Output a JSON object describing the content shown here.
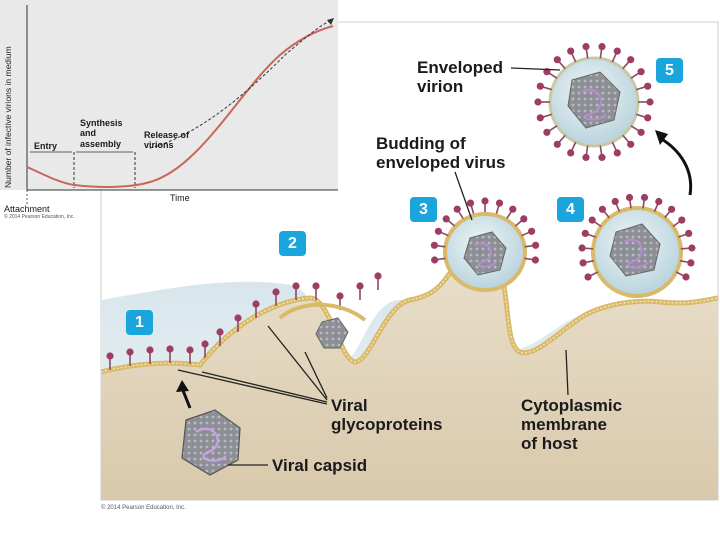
{
  "graph": {
    "y_axis_label": "Number of infective virions in medium",
    "x_axis_label": "Time",
    "phase_entry": "Entry",
    "phase_synthesis_line1": "Synthesis",
    "phase_synthesis_line2": "and",
    "phase_synthesis_line3": "assembly",
    "phase_release_line1": "Release of",
    "phase_release_line2": "virions",
    "attachment_label": "Attachment",
    "graph_copyright": "© 2014 Pearson Education, Inc."
  },
  "diagram": {
    "steps": [
      "1",
      "2",
      "3",
      "4",
      "5"
    ],
    "enveloped_virion_line1": "Enveloped",
    "enveloped_virion_line2": "virion",
    "budding_line1": "Budding of",
    "budding_line2": "enveloped virus",
    "viral_glycoproteins_line1": "Viral",
    "viral_glycoproteins_line2": "glycoproteins",
    "cytoplasmic_line1": "Cytoplasmic",
    "cytoplasmic_line2": "membrane",
    "cytoplasmic_line3": "of host",
    "viral_capsid": "Viral capsid",
    "copyright": "© 2014 Pearson Education, Inc."
  },
  "colors": {
    "step_badge": "#1aa6dd",
    "spike": "#9e3d62",
    "membrane": "#e7cc86",
    "cytoplasm": "#e2d6bf",
    "envelope": "#c9dfe6",
    "curve": "#c9675b"
  }
}
